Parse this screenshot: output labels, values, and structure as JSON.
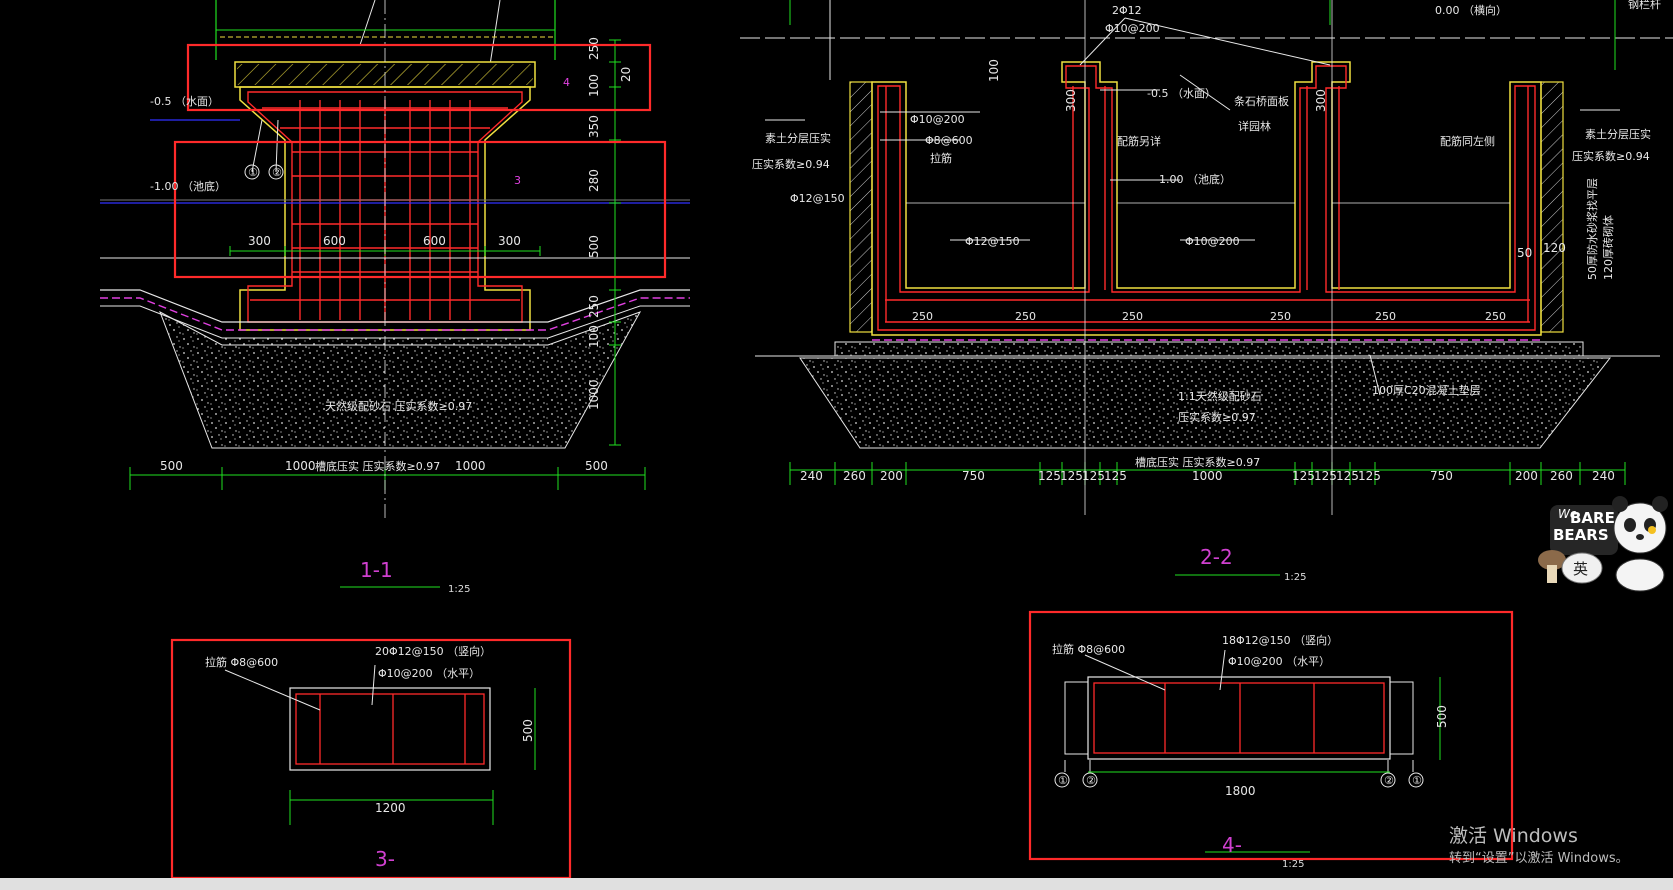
{
  "section_1_1": {
    "title": "1-1",
    "scale": "1:25",
    "levels": {
      "water": "-0.5 （水面）",
      "bottom": "-1.00 （池底）"
    },
    "callouts": {
      "c1": "①",
      "c2": "②",
      "c3": "3",
      "c4": "4"
    },
    "inner_dims": [
      "300",
      "600",
      "600",
      "300"
    ],
    "right_dims": [
      "250",
      "20",
      "100",
      "350",
      "280",
      "500",
      "250",
      "100",
      "1000"
    ],
    "base_dims": [
      "500",
      "1000",
      "1000",
      "500"
    ],
    "note_fill": "天然级配砂石 压实系数≥0.97",
    "note_base": "槽底压实 压实系数≥0.97"
  },
  "section_2_2": {
    "title": "2-2",
    "scale": "1:25",
    "labels": {
      "top_rebar": "2Φ12",
      "top_rebar2": "Φ10@200",
      "level_top": "0.00 （横向）",
      "handrail": "钢栏杆",
      "level_water": "-0.5 （水面）",
      "level_bottom": "-1.00 （池底）",
      "stone": "条石桥面板",
      "stone2": "详园林",
      "fill_left": "素土分层压实",
      "fill_left2": "压实系数≥0.94",
      "fill_right": "素土分层压实",
      "fill_right2": "压实系数≥0.94",
      "rb1": "Φ10@200",
      "rb2": "Φ8@600",
      "rb2b": "拉筋",
      "rb3": "Φ12@150",
      "rb4": "Φ12@150",
      "rb5": "Φ10@200",
      "mid1": "配筋另详",
      "mid2": "配筋同左侧",
      "gravel": "1:1天然级配砂石",
      "gravel2": "压实系数≥0.97",
      "cushion": "100厚C20混凝土垫层",
      "base_note": "槽底压实 压实系数≥0.97",
      "side_note": "50厚防水砂浆找平层",
      "side_note2": "120厚砖砌体",
      "d300a": "300",
      "d300b": "300",
      "d100": "100",
      "d50": "50",
      "d120": "120"
    },
    "inner_dims": [
      "250",
      "250",
      "250",
      "250",
      "250",
      "250"
    ],
    "base_dims": [
      "240",
      "260",
      "200",
      "750",
      "125",
      "125",
      "125",
      "125",
      "1000",
      "125",
      "125",
      "125",
      "125",
      "750",
      "200",
      "260",
      "240"
    ]
  },
  "section_3": {
    "title": "3-",
    "label_tie": "拉筋 Φ8@600",
    "label_v": "20Φ12@150 （竖向）",
    "label_h": "Φ10@200 （水平）",
    "width": "1200",
    "height": "500"
  },
  "section_4": {
    "title": "4-",
    "scale": "1:25",
    "label_tie": "拉筋 Φ8@600",
    "label_v": "18Φ12@150 （竖向）",
    "label_h": "Φ10@200 （水平）",
    "width": "1800",
    "height": "500",
    "c1": "①",
    "c2": "②"
  },
  "overlay": {
    "logo_line1": "We",
    "logo_line2": "BARE",
    "logo_line3": "BEARS",
    "ime": "英",
    "watermark1": "激活 Windows",
    "watermark2": "转到“设置”以激活 Windows。"
  },
  "colors": {
    "background": "#000000",
    "rebar": "#ff2a2a",
    "outline": "#f0e040",
    "dimension": "#20e020",
    "water": "#3030ff",
    "magenta": "#e040e0",
    "text": "#e8e8e8"
  }
}
